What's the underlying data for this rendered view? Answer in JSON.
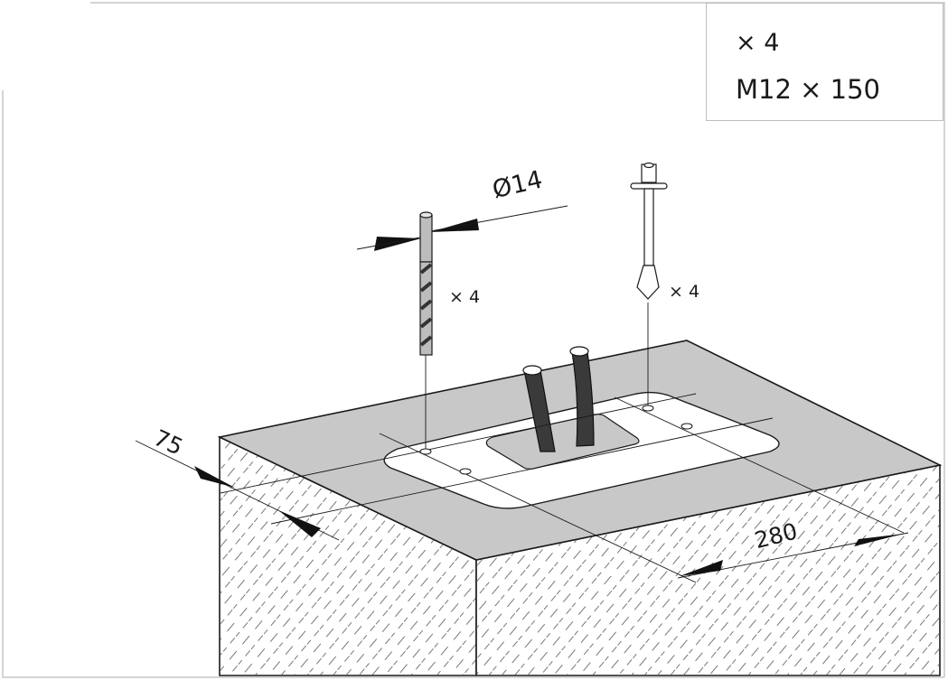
{
  "legend": {
    "quantity": "× 4",
    "size": "M12 × 150",
    "icon": "anchor-bolt-icon"
  },
  "drill": {
    "diameter_label": "Ø14",
    "quantity": "× 4",
    "icon": "drill-bit-icon"
  },
  "anchor": {
    "quantity": "× 4",
    "icon": "anchor-bolt-icon"
  },
  "dimensions": {
    "edge_distance": "75",
    "spacing": "280"
  },
  "colors": {
    "surface": "#c8c8c8",
    "plate": "#ffffff",
    "cable": "#3a3a3a",
    "line": "#1a1a1a"
  }
}
